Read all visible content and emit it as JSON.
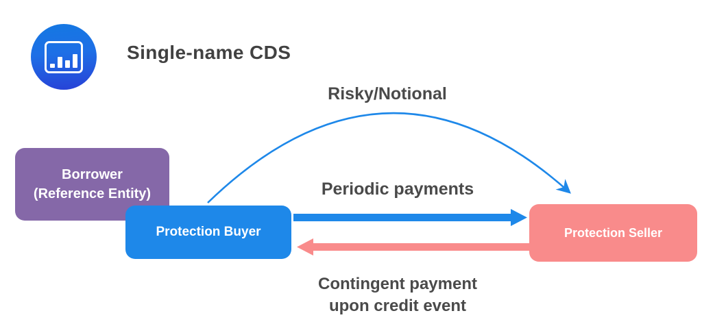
{
  "header": {
    "title": "Single-name CDS",
    "logo_icon": "bar-chart-icon"
  },
  "diagram": {
    "nodes": {
      "borrower": {
        "label_line1": "Borrower",
        "label_line2": "(Reference Entity)",
        "color": "#8568A8"
      },
      "protection_buyer": {
        "label": "Protection Buyer",
        "color": "#1E88E9"
      },
      "protection_seller": {
        "label": "Protection Seller",
        "color": "#F98B8B"
      }
    },
    "flows": {
      "risky_notional": {
        "label": "Risky/Notional",
        "from": "Protection Buyer",
        "to": "Protection Seller",
        "style": "thin-curved-arrow",
        "color": "#1E88E9"
      },
      "periodic_payments": {
        "label": "Periodic payments",
        "from": "Protection Buyer",
        "to": "Protection Seller",
        "style": "thick-straight-arrow",
        "color": "#1E88E9"
      },
      "contingent_payment": {
        "label_line1": "Contingent payment",
        "label_line2": "upon credit event",
        "from": "Protection Seller",
        "to": "Protection Buyer",
        "style": "thick-straight-arrow",
        "color": "#F98B8B"
      }
    }
  },
  "colors": {
    "background": "#FFFFFF",
    "title_text": "#414141",
    "label_text": "#4A4A4A",
    "node_text": "#FFFFFF",
    "logo_gradient_top": "#1478E2",
    "logo_gradient_bottom": "#2840D6"
  }
}
